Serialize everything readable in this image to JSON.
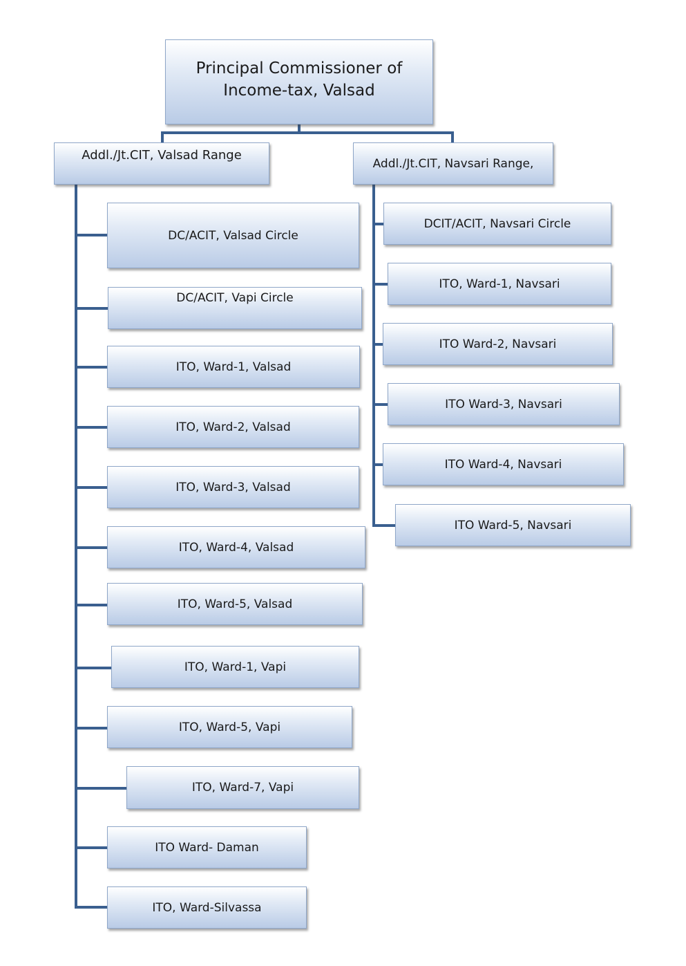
{
  "root": {
    "line1": "Principal Commissioner of",
    "line2": "Income-tax, Valsad"
  },
  "ranges": {
    "valsad": {
      "label": "Addl./Jt.CIT, Valsad Range",
      "children": [
        "DC/ACIT, Valsad Circle",
        "DC/ACIT, Vapi Circle",
        "ITO, Ward-1, Valsad",
        "ITO, Ward-2, Valsad",
        "ITO, Ward-3, Valsad",
        "ITO, Ward-4, Valsad",
        "ITO, Ward-5, Valsad",
        "ITO, Ward-1, Vapi",
        "ITO, Ward-5, Vapi",
        "ITO, Ward-7, Vapi",
        "ITO Ward- Daman",
        "ITO, Ward-Silvassa"
      ]
    },
    "navsari": {
      "label": "Addl./Jt.CIT, Navsari Range,",
      "children": [
        "DCIT/ACIT, Navsari Circle",
        "ITO, Ward-1, Navsari",
        "ITO Ward-2, Navsari",
        "ITO Ward-3, Navsari",
        "ITO Ward-4, Navsari",
        "ITO Ward-5, Navsari"
      ]
    }
  }
}
